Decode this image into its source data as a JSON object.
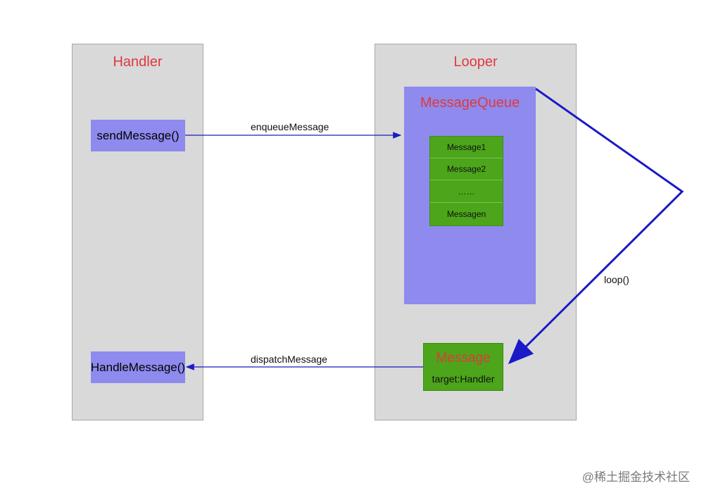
{
  "handler_panel": {
    "title": "Handler",
    "methods": [
      "sendMessage()",
      "HandleMessage()"
    ]
  },
  "looper_panel": {
    "title": "Looper",
    "queue": {
      "title": "MessageQueue",
      "items": [
        "Message1",
        "Message2",
        "……",
        "Messagen"
      ]
    },
    "message": {
      "title": "Message",
      "target": "target:Handler"
    }
  },
  "edges": {
    "enqueue": "enqueueMessage",
    "dispatch": "dispatchMessage",
    "loop": "loop()"
  },
  "watermark": "@稀土掘金技术社区",
  "colors": {
    "panel_bg": "#d9d9d9",
    "method_bg": "#8e8aee",
    "queue_item_bg": "#4ca51a",
    "title_red": "#e0393e",
    "arrow_blue": "#1a1ac8"
  }
}
